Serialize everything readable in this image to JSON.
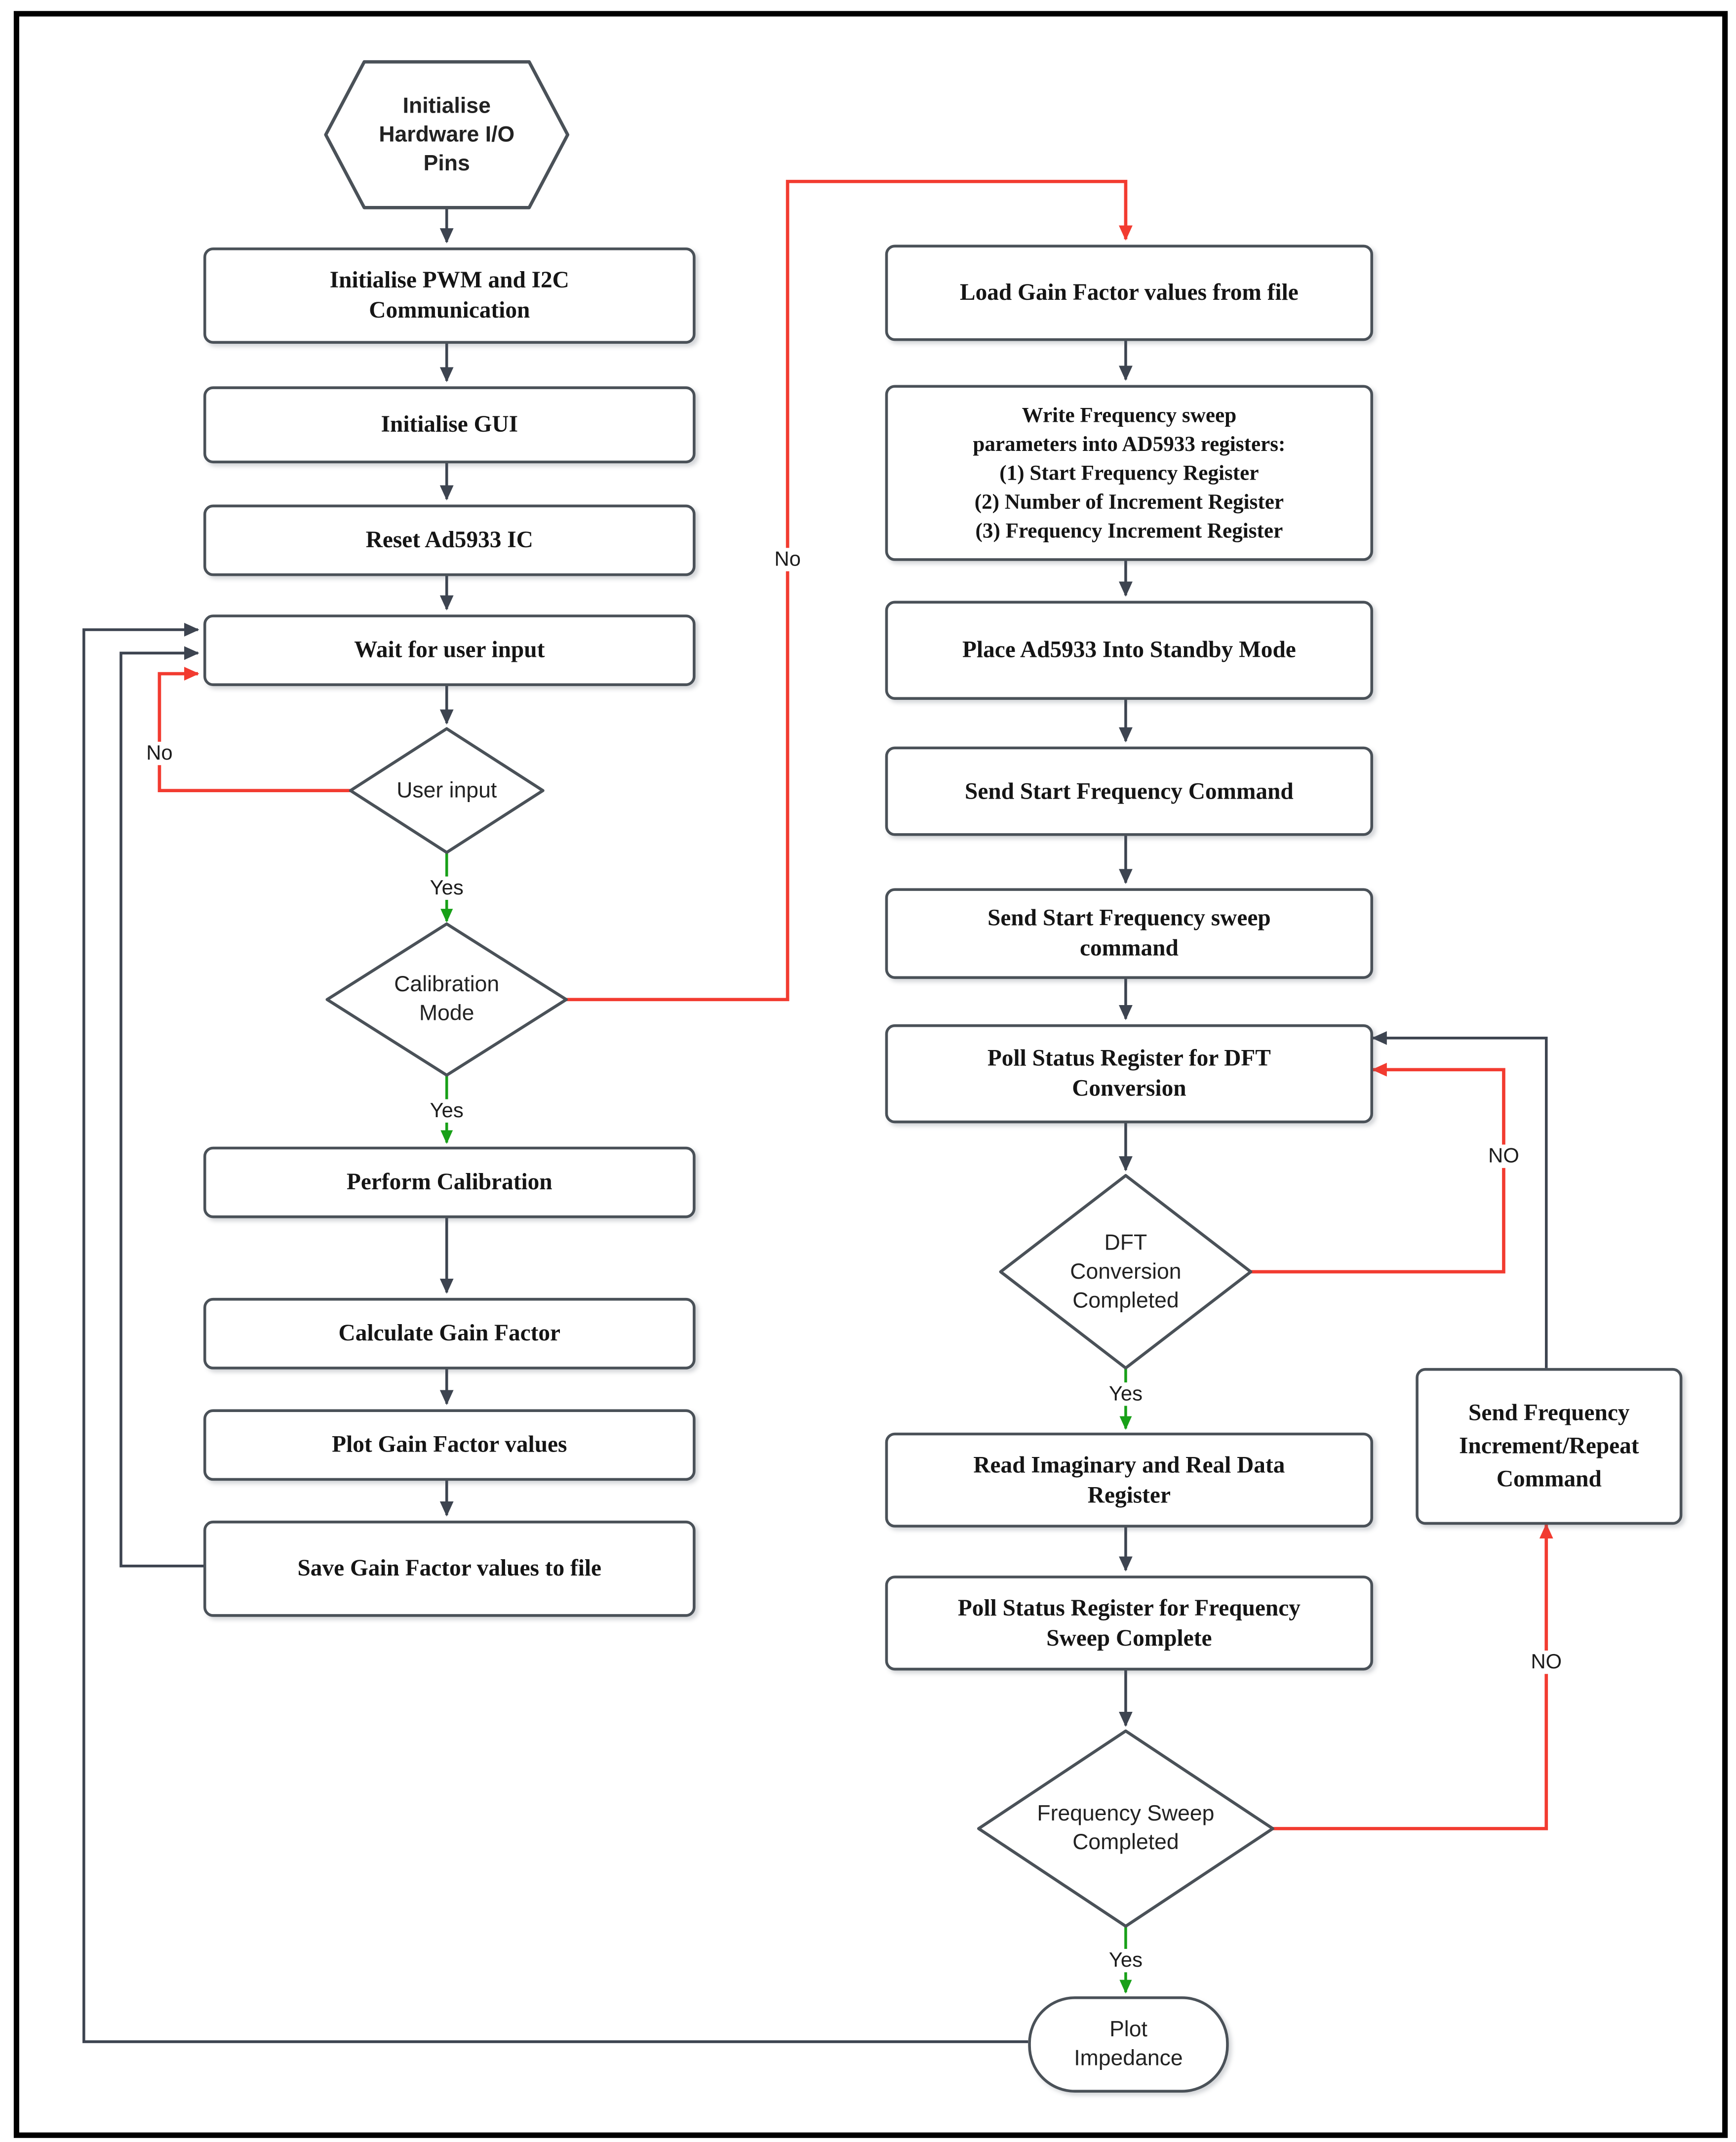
{
  "colors": {
    "edge": "#3d4450",
    "no_edge": "#f23b30",
    "yes_edge": "#18a018",
    "shape_border": "#4a5158",
    "page_border": "#000000"
  },
  "nodes": {
    "init_hw": {
      "lines": [
        "Initialise",
        "Hardware I/O",
        "Pins"
      ]
    },
    "init_pwm": {
      "lines": [
        "Initialise PWM and  I2C",
        "Communication"
      ]
    },
    "init_gui": {
      "lines": [
        "Initialise GUI"
      ]
    },
    "reset_ic": {
      "lines": [
        "Reset Ad5933 IC"
      ]
    },
    "wait_input": {
      "lines": [
        "Wait for user input"
      ]
    },
    "user_input": {
      "lines": [
        "User input"
      ]
    },
    "calibration": {
      "lines": [
        "Calibration",
        "Mode"
      ]
    },
    "perform_cal": {
      "lines": [
        "Perform Calibration"
      ]
    },
    "calc_gain": {
      "lines": [
        "Calculate Gain Factor"
      ]
    },
    "plot_gain": {
      "lines": [
        "Plot Gain Factor values"
      ]
    },
    "save_gain": {
      "lines": [
        "Save Gain Factor values to file"
      ]
    },
    "load_gain": {
      "lines": [
        "Load Gain Factor values from file"
      ]
    },
    "write_freq": {
      "lines": [
        "Write Frequency sweep",
        "parameters into AD5933 registers:",
        "(1)  Start Frequency Register",
        "(2) Number of Increment Register",
        "(3) Frequency Increment Register"
      ]
    },
    "standby": {
      "lines": [
        "Place Ad5933 Into Standby Mode"
      ]
    },
    "send_start_cmd": {
      "lines": [
        "Send Start Frequency Command"
      ]
    },
    "send_sweep_cmd": {
      "lines": [
        "Send Start Frequency sweep",
        "command"
      ]
    },
    "poll_dft": {
      "lines": [
        "Poll Status Register for DFT",
        "Conversion"
      ]
    },
    "dft_done": {
      "lines": [
        "DFT",
        "Conversion",
        "Completed"
      ]
    },
    "read_reg": {
      "lines": [
        "Read Imaginary and Real Data",
        "Register"
      ]
    },
    "poll_sweep": {
      "lines": [
        "Poll Status Register for Frequency",
        "Sweep Complete"
      ]
    },
    "sweep_done": {
      "lines": [
        "Frequency Sweep",
        "Completed"
      ]
    },
    "plot_imp": {
      "lines": [
        "Plot",
        "Impedance"
      ]
    },
    "send_incr": {
      "lines": [
        "Send Frequency",
        "Increment/Repeat",
        "Command"
      ]
    }
  },
  "labels": {
    "no_user": "No",
    "yes_user": "Yes",
    "no_cal": "No",
    "yes_cal": "Yes",
    "no_dft": "NO",
    "yes_dft": "Yes",
    "no_sweep": "NO",
    "yes_sweep": "Yes"
  }
}
